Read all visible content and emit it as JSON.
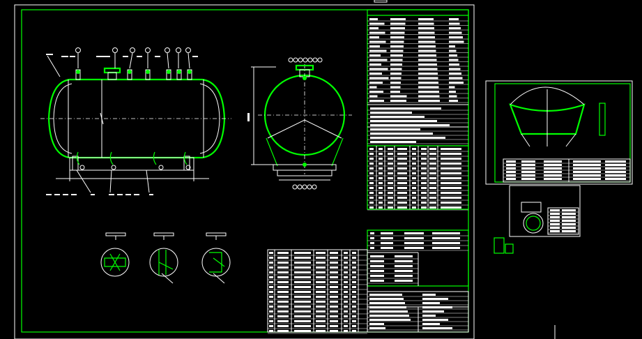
{
  "drawing": {
    "background": "#000000",
    "line_color": "#ffffff",
    "outline_color": "#00ff00"
  },
  "main_sheet": {
    "views": [
      "tank-front-elevation",
      "tank-end-view",
      "detail-1",
      "detail-2",
      "detail-3"
    ],
    "tables": [
      "technical-characteristics",
      "design-data",
      "nozzle-table",
      "parts-list",
      "title-block"
    ]
  },
  "sheet_2": {
    "views": [
      "dished-head-detail"
    ],
    "tables": [
      "parts-table"
    ]
  },
  "sheet_3": {
    "views": [
      "flange-detail"
    ],
    "tables": [
      "notes-table"
    ]
  }
}
